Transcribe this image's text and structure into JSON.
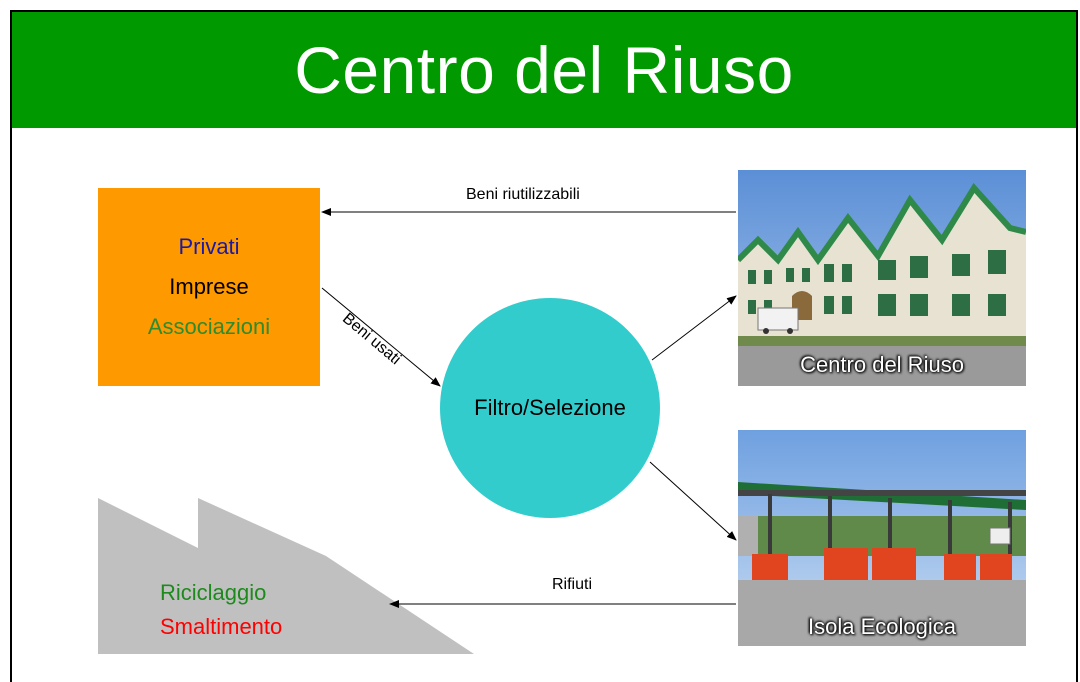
{
  "title": "Centro del Riuso",
  "sources": {
    "items": [
      {
        "label": "Privati",
        "color": "#1a1aa6"
      },
      {
        "label": "Imprese",
        "color": "#000000"
      },
      {
        "label": "Associazioni",
        "color": "#2e8b2e"
      }
    ],
    "box_color": "#ff9900"
  },
  "filter": {
    "label": "Filtro/Selezione",
    "color": "#33cccc"
  },
  "destinations": {
    "top": {
      "caption": "Centro del Riuso"
    },
    "bottom": {
      "caption": "Isola Ecologica"
    }
  },
  "factory": {
    "line1": "Riciclaggio",
    "line2": "Smaltimento",
    "line1_color": "#1e8a1e",
    "line2_color": "#ff0000",
    "shape_color": "#c0c0c0"
  },
  "arrows": {
    "reusable_goods": "Beni riutilizzabili",
    "used_goods": "Beni usati",
    "waste": "Rifiuti"
  },
  "colors": {
    "title_bar": "#009900"
  }
}
